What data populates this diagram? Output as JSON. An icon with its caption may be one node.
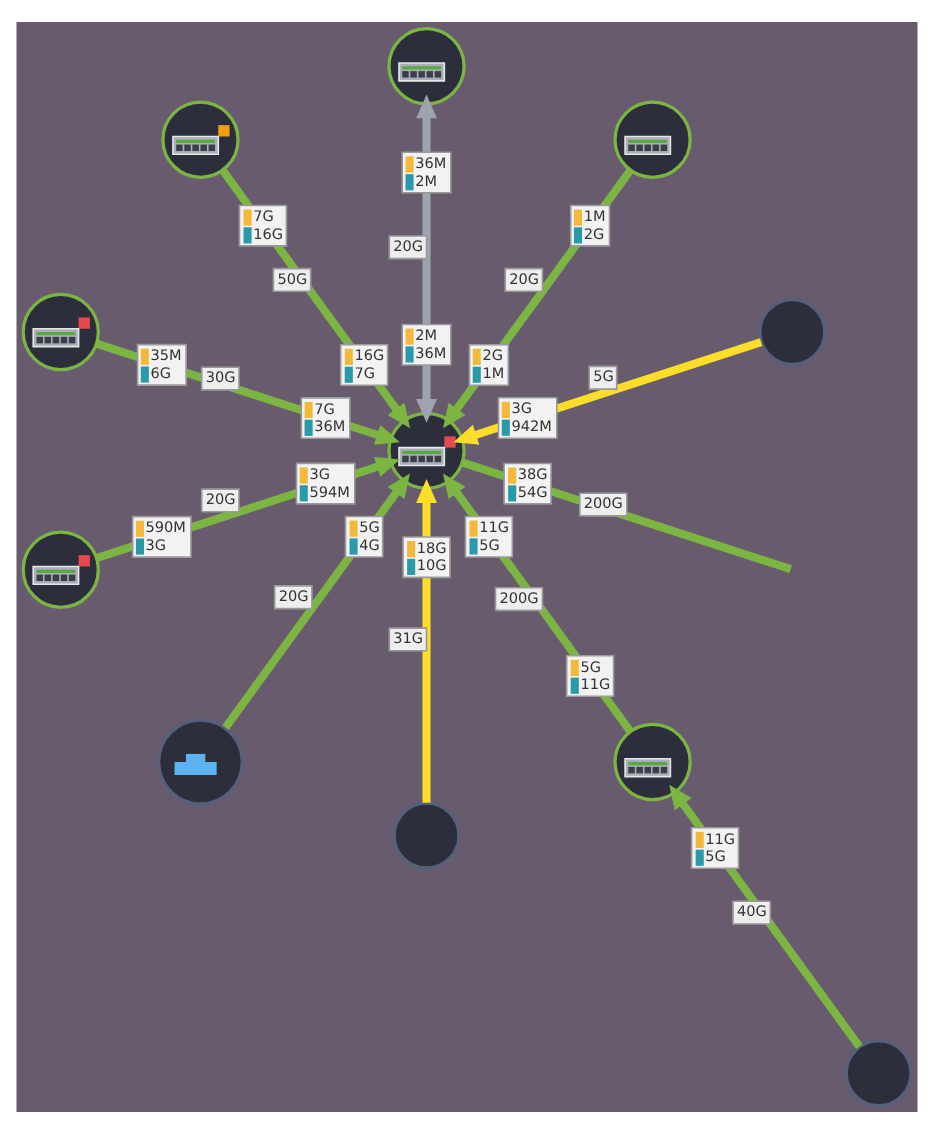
{
  "diagram": {
    "nodes": [
      {
        "text": [],
        "shape": "circle"
      },
      {
        "text": [],
        "shape": "circle"
      },
      {
        "text": [],
        "shape": "circle"
      },
      {
        "text": [],
        "shape": "circle"
      },
      {
        "text": [],
        "shape": "circle"
      },
      {
        "text": [],
        "shape": "circle"
      },
      {
        "text": [],
        "shape": "circle"
      },
      {
        "text": [],
        "shape": "circle"
      },
      {
        "text": [],
        "shape": "circle"
      },
      {
        "text": [],
        "shape": "circle"
      },
      {
        "text": [],
        "shape": "circle"
      }
    ],
    "edges": [
      {
        "from": 0,
        "to": 6,
        "arrow": "to",
        "label": "5G",
        "color": "#fade2a"
      },
      {
        "from": 1,
        "to": 6,
        "arrow": "to",
        "label": "20G"
      },
      {
        "from": 2,
        "to": 6,
        "arrow": "both",
        "label": "20G",
        "color": "#9fa3ad"
      },
      {
        "from": 3,
        "to": 6,
        "arrow": "to",
        "label": "50G"
      },
      {
        "from": 4,
        "to": 6,
        "arrow": "to",
        "label": "30G"
      },
      {
        "from": 5,
        "to": 6,
        "arrow": "to",
        "label": "20G"
      },
      {
        "from": null,
        "to": 6,
        "arrow": "none",
        "label": "200G"
      },
      {
        "from": 7,
        "to": 6,
        "arrow": "to",
        "label": "20G"
      },
      {
        "from": 8,
        "to": 6,
        "arrow": "to",
        "label": "31G",
        "color": "#fade2a"
      },
      {
        "from": 9,
        "to": 6,
        "arrow": "to",
        "label": "200G"
      },
      {
        "from": 10,
        "to": 9,
        "arrow": "to",
        "label": "40G"
      }
    ],
    "labels": [
      "1M 2G",
      "36M 2M",
      "7G 16G",
      "35M 6G",
      "3G 942M",
      "2G 1M",
      "2M 36M",
      "590M 3G",
      "16G 7G",
      "7G 36M",
      "38G 54G",
      "3G 594M",
      "5G 4G",
      "18G 10G",
      "11G 5G",
      "5G 11G",
      "11G 5G"
    ]
  }
}
